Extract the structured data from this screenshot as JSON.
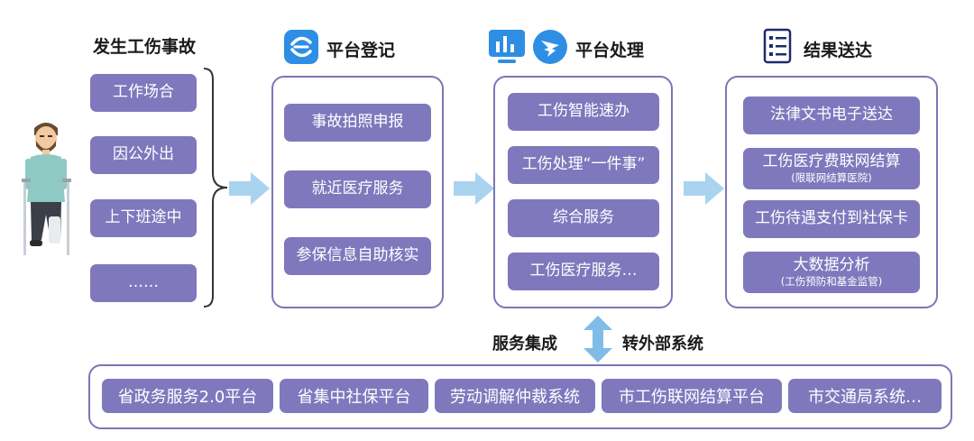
{
  "stages": {
    "accident": {
      "title": "发生工伤事故",
      "items": [
        "工作场合",
        "因公外出",
        "上下班途中",
        "……"
      ]
    },
    "register": {
      "title": "平台登记",
      "items": [
        "事故拍照申报",
        "就近医疗服务",
        "参保信息自助核实"
      ]
    },
    "process": {
      "title": "平台处理",
      "items": [
        "工伤智能速办",
        "工伤处理“一件事”",
        "综合服务",
        "工伤医疗服务…"
      ]
    },
    "delivery": {
      "title": "结果送达",
      "items": [
        {
          "main": "法律文书电子送达",
          "sub": ""
        },
        {
          "main": "工伤医疗费联网结算",
          "sub": "(限联网结算医院)"
        },
        {
          "main": "工伤待遇支付到社保卡",
          "sub": ""
        },
        {
          "main": "大数据分析",
          "sub": "(工伤预防和基金监管)"
        }
      ]
    }
  },
  "integration": {
    "left_label": "服务集成",
    "right_label": "转外部系统"
  },
  "external_systems": [
    "省政务服务2.0平台",
    "省集中社保平台",
    "劳动调解仲裁系统",
    "市工伤联网结算平台",
    "市交通局系统…"
  ],
  "colors": {
    "pill": "#8078bd",
    "border": "#7b76b8",
    "arrow": "#a9d3ee",
    "icon_blue": "#2e8ee3"
  },
  "icons": [
    "injured-worker-icon",
    "app-logo-icon",
    "chart-monitor-icon",
    "dingtalk-icon",
    "checklist-icon"
  ]
}
